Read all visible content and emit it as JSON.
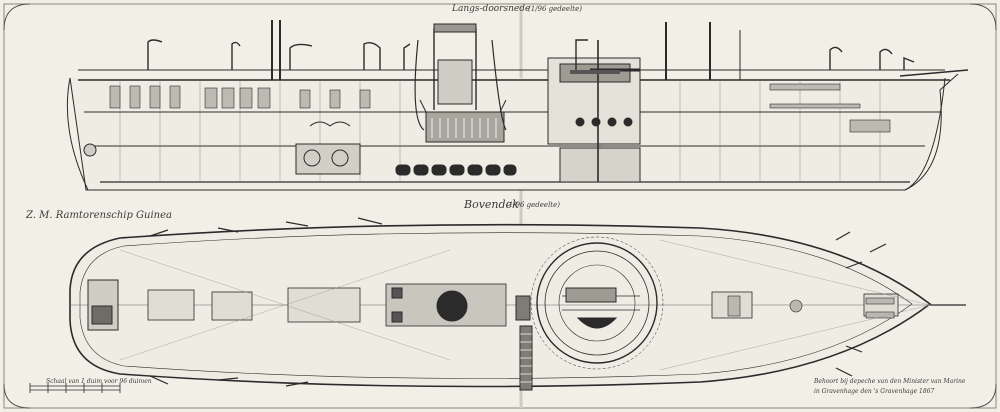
{
  "drawing": {
    "ship_name": "Z. M. Ramtorenschip Guinea",
    "elevation_title": "Langs-doorsnede",
    "elevation_scale": "(1/96 gedeelte)",
    "plan_title": "Bovendek",
    "plan_scale": "(1/96 gedeelte)",
    "scale_bar_label": "Schaal van 1 duim voor 96 duimen",
    "note_line_1": "Behoort bij depeche van den Minister van Marine",
    "note_line_2": "in Gravenhage den 's Gravenhage 1867"
  },
  "colors": {
    "paper": "#f2efe6",
    "ink": "#2b2b2b",
    "wash": "#dcd9d0"
  }
}
